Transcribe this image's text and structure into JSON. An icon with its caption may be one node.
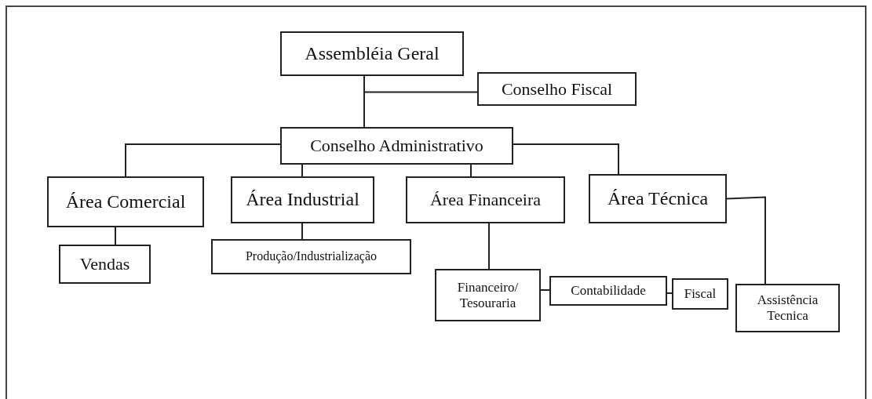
{
  "diagram": {
    "nodes": [
      {
        "text": [
          "Assembléia Geral"
        ]
      },
      {
        "text": [
          "Conselho Fiscal"
        ]
      },
      {
        "text": [
          "Conselho Administrativo"
        ]
      },
      {
        "text": [
          "Área Comercial"
        ]
      },
      {
        "text": [
          "Área Industrial"
        ]
      },
      {
        "text": [
          "Área Financeira"
        ]
      },
      {
        "text": [
          "Área Técnica"
        ]
      },
      {
        "text": [
          "Vendas"
        ]
      },
      {
        "text": [
          "Produção/Industrialização"
        ]
      },
      {
        "text": [
          "Financeiro/ Tesouraria"
        ]
      },
      {
        "text": [
          "Contabilidade"
        ]
      },
      {
        "text": [
          "Fiscal"
        ]
      },
      {
        "text": [
          "Assistência Tecnica"
        ]
      }
    ],
    "edges": [
      {
        "from": 0,
        "to": 1,
        "arrow": "none"
      },
      {
        "from": 0,
        "to": 2,
        "arrow": "none"
      },
      {
        "from": 2,
        "to": 3,
        "arrow": "none"
      },
      {
        "from": 2,
        "to": 4,
        "arrow": "none"
      },
      {
        "from": 2,
        "to": 5,
        "arrow": "none"
      },
      {
        "from": 2,
        "to": 6,
        "arrow": "none"
      },
      {
        "from": 3,
        "to": 7,
        "arrow": "none"
      },
      {
        "from": 4,
        "to": 8,
        "arrow": "none"
      },
      {
        "from": 5,
        "to": 9,
        "arrow": "none"
      },
      {
        "from": 9,
        "to": 10,
        "arrow": "none"
      },
      {
        "from": 10,
        "to": 11,
        "arrow": "none"
      },
      {
        "from": 6,
        "to": 12,
        "arrow": "none"
      }
    ]
  }
}
